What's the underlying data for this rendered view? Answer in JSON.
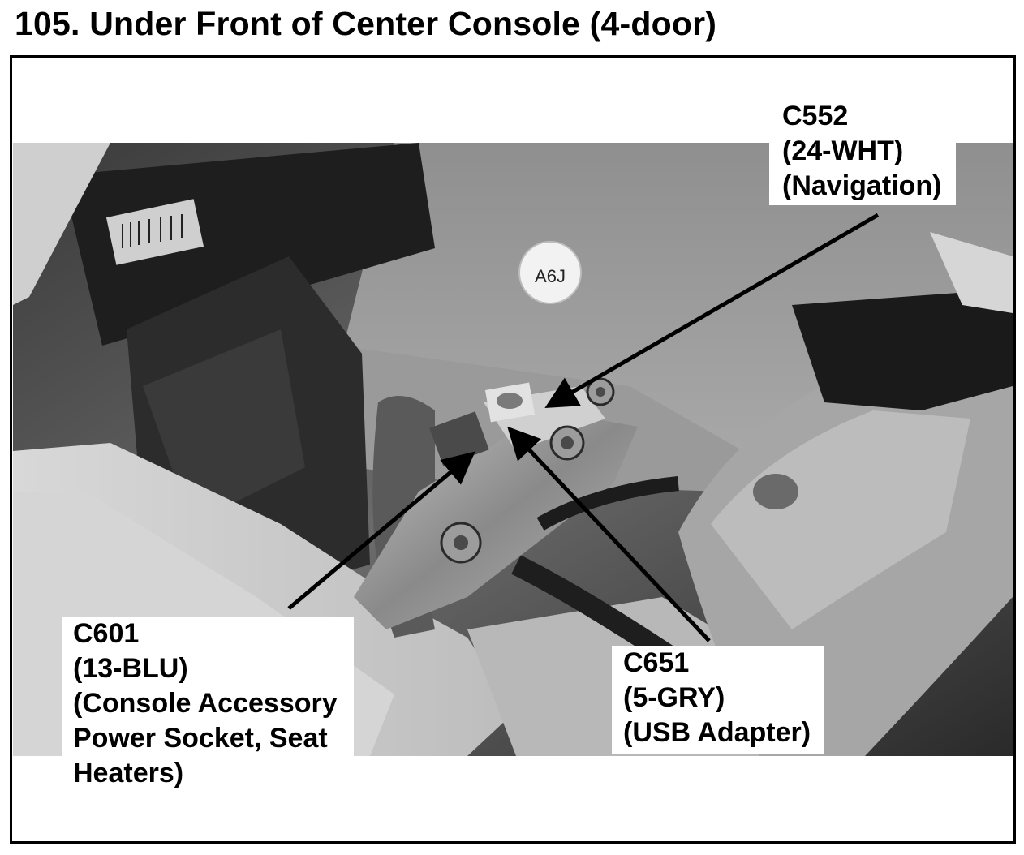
{
  "title": "105. Under Front of Center Console (4-door)",
  "photo_badge": "A6J",
  "callouts": {
    "c552": {
      "id": "C552",
      "spec": "(24-WHT)",
      "desc": "(Navigation)"
    },
    "c601": {
      "id": "C601",
      "spec": "(13-BLU)",
      "desc_line1": "(Console Accessory",
      "desc_line2": "Power Socket, Seat",
      "desc_line3": "Heaters)"
    },
    "c651": {
      "id": "C651",
      "spec": "(5-GRY)",
      "desc": "(USB Adapter)"
    }
  },
  "colors": {
    "border": "#000000",
    "background": "#ffffff",
    "photo_tone": "grayscale"
  },
  "icons": [
    "arrow-icon"
  ]
}
